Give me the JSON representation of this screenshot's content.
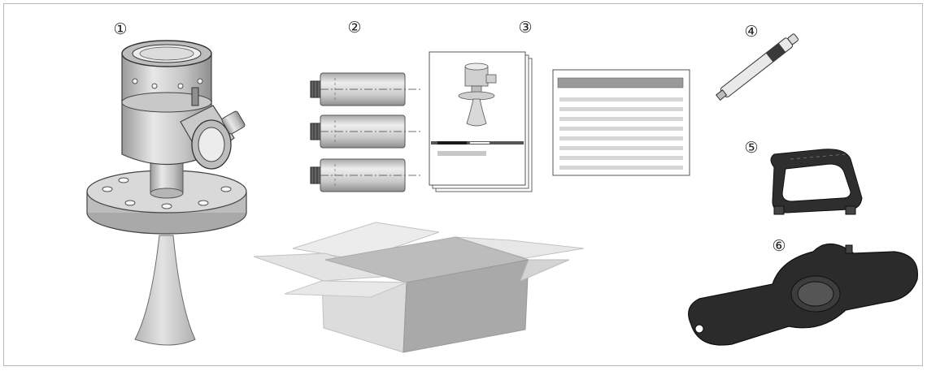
{
  "callouts": {
    "c1": "①",
    "c2": "②",
    "c3": "③",
    "c4": "④",
    "c5": "⑤",
    "c6": "⑥"
  },
  "colors": {
    "frame": "#b9b9b9",
    "metal_light": "#e6e6e6",
    "metal_mid": "#bdbdbd",
    "metal_dark": "#8a8a8a",
    "outline": "#3a3a3a",
    "box_light": "#ececec",
    "box_mid": "#cfcfcf",
    "box_dark": "#a9a9a9",
    "rubber": "#2e2e2e"
  },
  "items": [
    "radar-level-transmitter",
    "cable-glands",
    "documentation",
    "marker-pen",
    "handle",
    "wrench"
  ]
}
